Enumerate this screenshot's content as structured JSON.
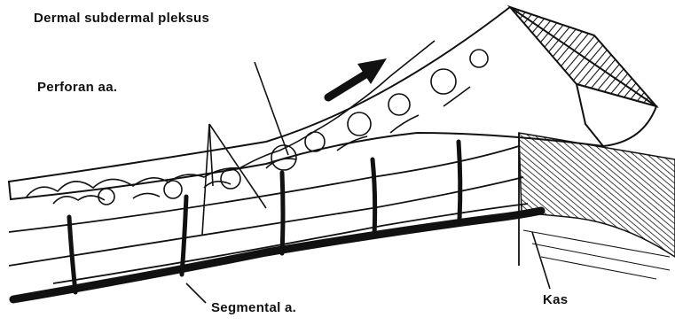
{
  "labels": {
    "dermal_plexus": "Dermal subdermal pleksus",
    "perforan": "Perforan aa.",
    "segmental": "Segmental a.",
    "kas": "Kas"
  },
  "colors": {
    "ink": "#111111",
    "background": "#ffffff"
  }
}
